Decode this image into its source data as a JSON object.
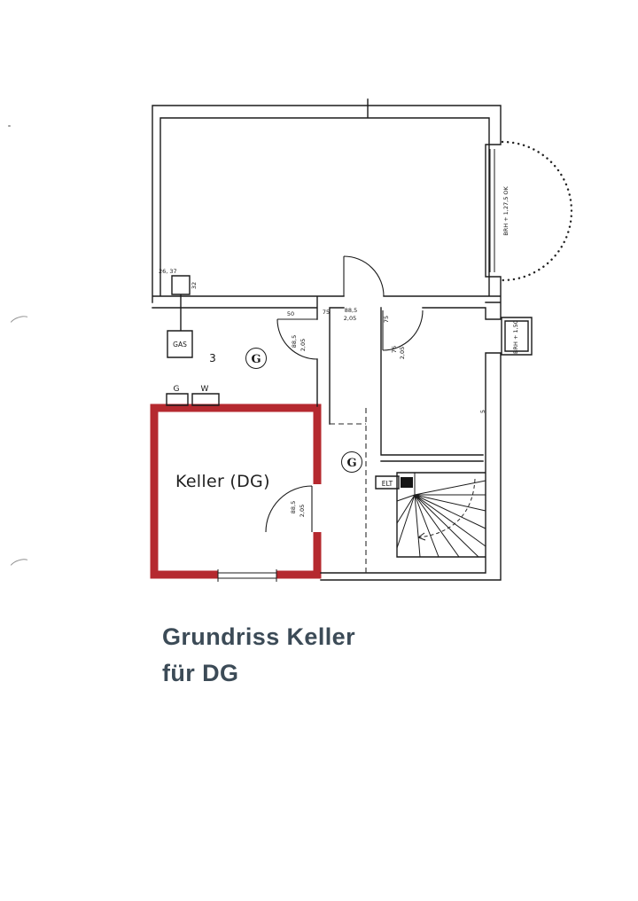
{
  "title": {
    "line1": "Grundriss Keller",
    "line2": "für DG"
  },
  "plan": {
    "labels": {
      "keller": "Keller (DG)",
      "room_number": "3",
      "gas": "GAS",
      "elt": "ELT",
      "g_symbol_upper": "G",
      "g_symbol_lower": "G",
      "fixture_g": "G",
      "fixture_w": "W"
    },
    "dimensions": {
      "d_26_37": "26, 37",
      "d_32": "32",
      "d_50": "50",
      "d_75_top": "75",
      "d_88_5_top": "88,5",
      "d_2_05_top": "2,05",
      "d_88_5_left": "88,5",
      "d_2_05_left": "2,05",
      "d_75_right": "75",
      "d_76": "76",
      "d_2_05_right": "2,05",
      "d_88_5_keller": "88,5",
      "d_2_05_keller": "2,05",
      "d_5": "5",
      "brh_window_top": "BRH + 1,27,5 OK",
      "brh_window_mid": "BRH + 1,50"
    },
    "colors": {
      "wall": "#1b1b1b",
      "highlight_red": "#b5292f",
      "title_text": "#3c4b57"
    }
  }
}
